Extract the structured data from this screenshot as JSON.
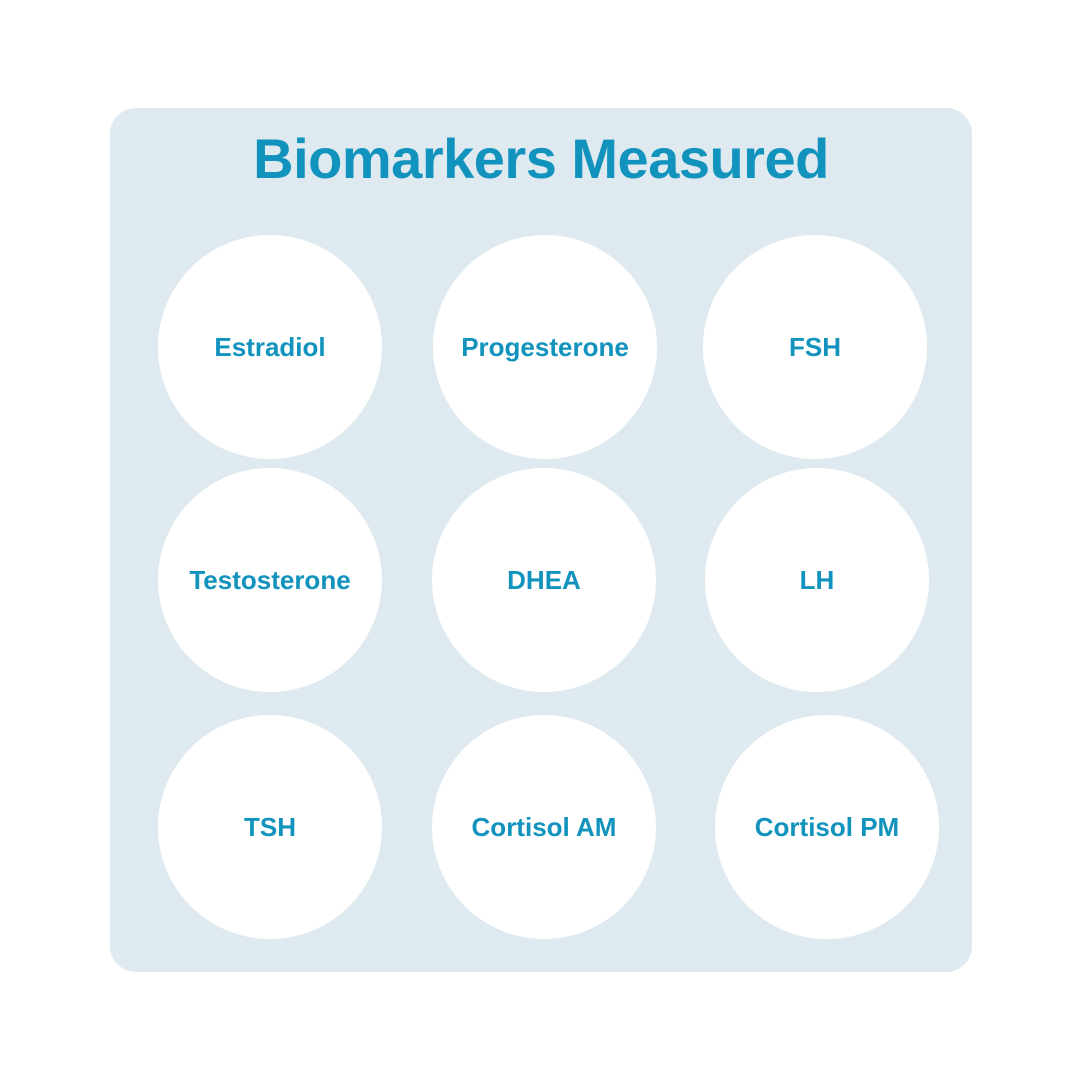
{
  "panel": {
    "title": "Biomarkers Measured",
    "background_color": "#dee9f0",
    "accent_color": "#1193bd",
    "bubble_color": "#ffffff"
  },
  "biomarkers": [
    {
      "label": "Estradiol",
      "row": 1,
      "column": 1
    },
    {
      "label": "Progesterone",
      "row": 1,
      "column": 2
    },
    {
      "label": "FSH",
      "row": 1,
      "column": 3
    },
    {
      "label": "Testosterone",
      "row": 2,
      "column": 1
    },
    {
      "label": "DHEA",
      "row": 2,
      "column": 2
    },
    {
      "label": "LH",
      "row": 2,
      "column": 3
    },
    {
      "label": "TSH",
      "row": 3,
      "column": 1
    },
    {
      "label": "Cortisol AM",
      "row": 3,
      "column": 2
    },
    {
      "label": "Cortisol PM",
      "row": 3,
      "column": 3
    }
  ]
}
